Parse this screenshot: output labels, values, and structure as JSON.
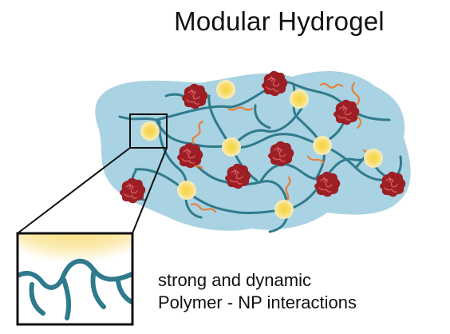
{
  "title": "Modular Hydrogel",
  "caption": {
    "line1": "strong and dynamic",
    "line2": "Polymer - NP interactions"
  },
  "colors": {
    "gel_background": "#A9D3E2",
    "polymer_chain": "#2F7A8C",
    "nanoparticle": "#F2D24A",
    "nanoparticle_glow": "#FBEFB6",
    "protein": "#9C1F25",
    "short_polymer": "#E7803A",
    "box_stroke": "#111111"
  },
  "icons": {
    "nanoparticle": "yellow-sphere-icon",
    "protein": "red-globule-icon"
  }
}
